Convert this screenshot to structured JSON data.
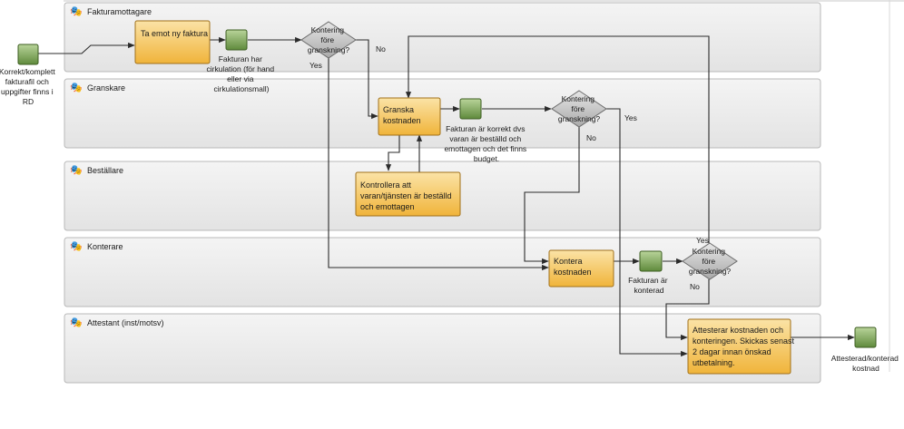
{
  "lanes": [
    {
      "name": "Fakturamottagare"
    },
    {
      "name": "Granskare"
    },
    {
      "name": "Beställare"
    },
    {
      "name": "Konterare"
    },
    {
      "name": "Attestant (inst/motsv)"
    }
  ],
  "tasks": {
    "ta_emot": [
      "Ta emot ny faktura"
    ],
    "granska": [
      "Granska",
      "kostnaden"
    ],
    "kontrollera": [
      "Kontrollera att",
      "varan/tjänsten är beställd",
      "och emottagen"
    ],
    "kontera": [
      "Kontera",
      "kostnaden"
    ],
    "attesterar": [
      "Attesterar kostnaden och",
      "konteringen. Skickas senast",
      "2 dagar innan önskad",
      "utbetalning."
    ]
  },
  "events": {
    "start": [
      "Korrekt/komplett",
      "fakturafil och",
      "uppgifter finns i",
      "RD"
    ],
    "cirkulation": [
      "Fakturan har",
      "cirkulation (för hand",
      "eller via",
      "cirkulationsmall)"
    ],
    "korrekt": [
      "Fakturan är korrekt dvs",
      "varan är beställd och",
      "emottagen och det finns",
      "budget."
    ],
    "konterad": [
      "Fakturan är",
      "konterad"
    ],
    "end": [
      "Attesterad/konterad",
      "kostnad"
    ]
  },
  "gateways": {
    "gw1": [
      "Kontering",
      "före",
      "granskning?"
    ],
    "gw2": [
      "Kontering",
      "före",
      "granskning?"
    ],
    "gw3": [
      "Kontering",
      "före",
      "granskning?"
    ]
  },
  "flow_labels": {
    "gw1_no": "No",
    "gw1_yes": "Yes",
    "gw2_yes": "Yes",
    "gw2_no": "No",
    "gw3_yes": "Yes",
    "gw3_no": "No"
  },
  "colors": {
    "task_fill": "#f5c042",
    "event_fill": "#7fa656",
    "gateway_fill": "#c8c8c8",
    "lane_icon": "#c0392b"
  }
}
